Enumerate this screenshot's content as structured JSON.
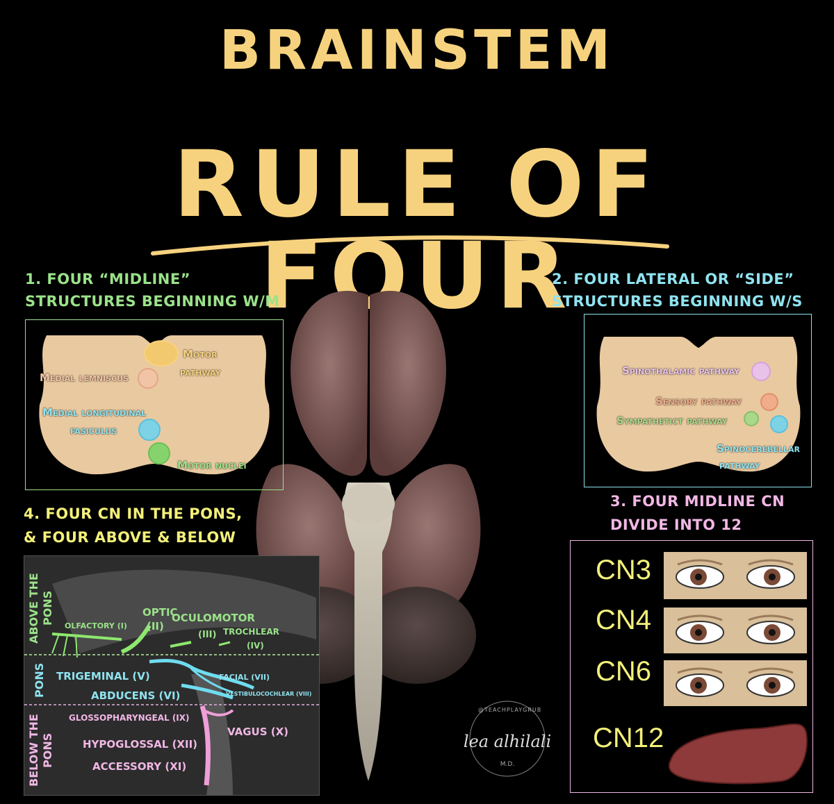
{
  "title": {
    "line1": "BRAINSTEM",
    "line2": "RULE OF FOUR"
  },
  "colors": {
    "title": "#f7d27e",
    "green": "#9be28a",
    "cyan": "#8fe3ef",
    "yellow": "#f3f07a",
    "pink": "#f1b7e5",
    "panel_fill": "#e9c9a0"
  },
  "section1": {
    "header_line1": "1. FOUR “MIDLINE”",
    "header_line2": "STRUCTURES BEGINNING W/M",
    "labels": {
      "motor_pathway_1": "Motor",
      "motor_pathway_2": "pathway",
      "medial_lemniscus": "Medial lemniscus",
      "mlf_1": "Medial longitudinal",
      "mlf_2": "fasiculus",
      "motor_nuclei": "Motor nuclei"
    }
  },
  "section2": {
    "header_line1": "2. FOUR LATERAL OR “SIDE”",
    "header_line2": "STRUCTURES BEGINNING W/S",
    "labels": {
      "spinothalamic": "Spinothalamic pathway",
      "sensory": "Sensory pathway",
      "sympathetic": "Sympathetict pathway",
      "spinocerebellar_1": "Spinocerebellar",
      "spinocerebellar_2": "pathway"
    }
  },
  "section3": {
    "header_line1": "3. FOUR MIDLINE CN",
    "header_line2": "DIVIDE INTO 12",
    "items": [
      "CN3",
      "CN4",
      "CN6",
      "CN12"
    ]
  },
  "section4": {
    "header_line1": "4. FOUR CN IN THE PONS,",
    "header_line2": "& FOUR ABOVE & BELOW",
    "zones": {
      "above": "ABOVE THE PONS",
      "pons": "PONS",
      "below": "BELOW THE PONS"
    },
    "nerves": {
      "olfactory": "OLFACTORY (I)",
      "optic_1": "OPTIC",
      "optic_2": "(II)",
      "oculomotor_1": "OCULOMOTOR",
      "oculomotor_2": "(III)",
      "trochlear_1": "TROCHLEAR",
      "trochlear_2": "(IV)",
      "trigeminal": "TRIGEMINAL (V)",
      "facial": "FACIAL (VII)",
      "abducens": "ABDUCENS (VI)",
      "vestibulocochlear": "VESTIBULOCOCHLEAR (VIII)",
      "glossopharyngeal": "GLOSSOPHARYNGEAL (IX)",
      "vagus": "VAGUS (X)",
      "hypoglossal": "HYPOGLOSSAL (XII)",
      "accessory": "ACCESSORY (XI)"
    }
  },
  "signature": {
    "handle": "@TEACHPLAYGRUB",
    "name": "lea alhilali",
    "suffix": "M.D."
  }
}
